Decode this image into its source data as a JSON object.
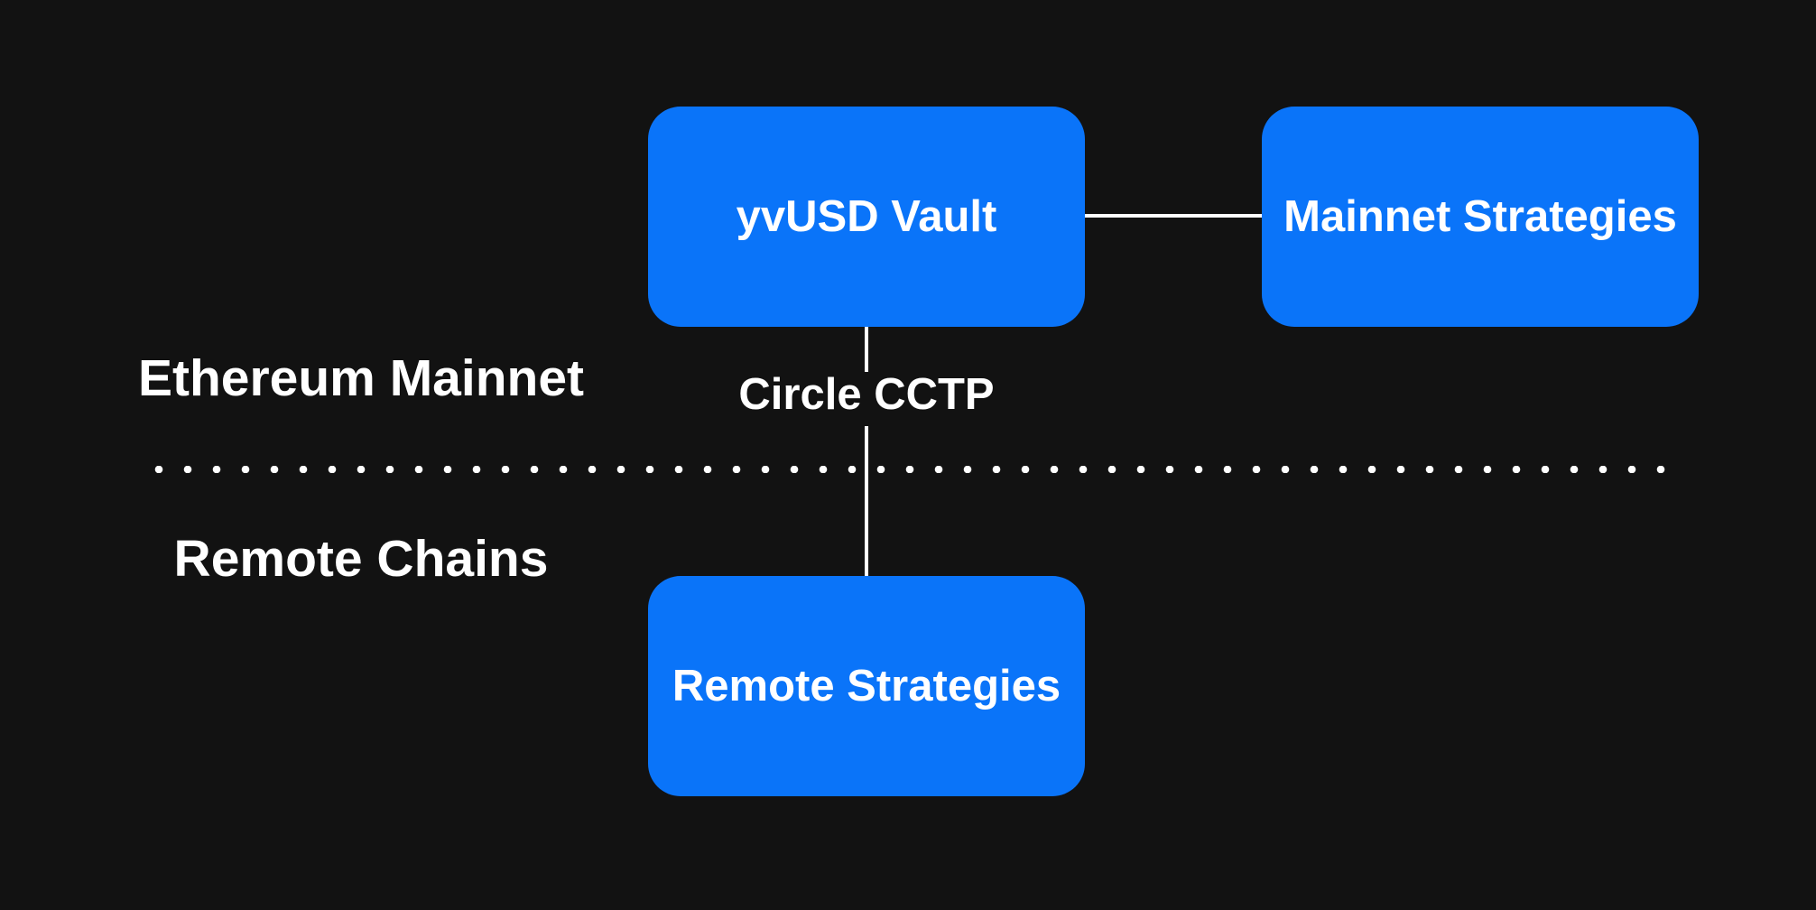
{
  "diagram": {
    "nodes": {
      "vault": "yvUSD Vault",
      "mainnet_strategies": "Mainnet Strategies",
      "remote_strategies": "Remote Strategies"
    },
    "edges": [
      {
        "from": "vault",
        "to": "mainnet_strategies",
        "label": ""
      },
      {
        "from": "vault",
        "to": "remote_strategies",
        "label": "Circle CCTP"
      }
    ],
    "edge_labels": {
      "bridge": "Circle CCTP"
    },
    "regions": {
      "top": "Ethereum Mainnet",
      "bottom": "Remote Chains"
    },
    "colors": {
      "background": "#121212",
      "node_fill": "#0a74f9",
      "text": "#ffffff",
      "lines": "#ffffff"
    }
  }
}
